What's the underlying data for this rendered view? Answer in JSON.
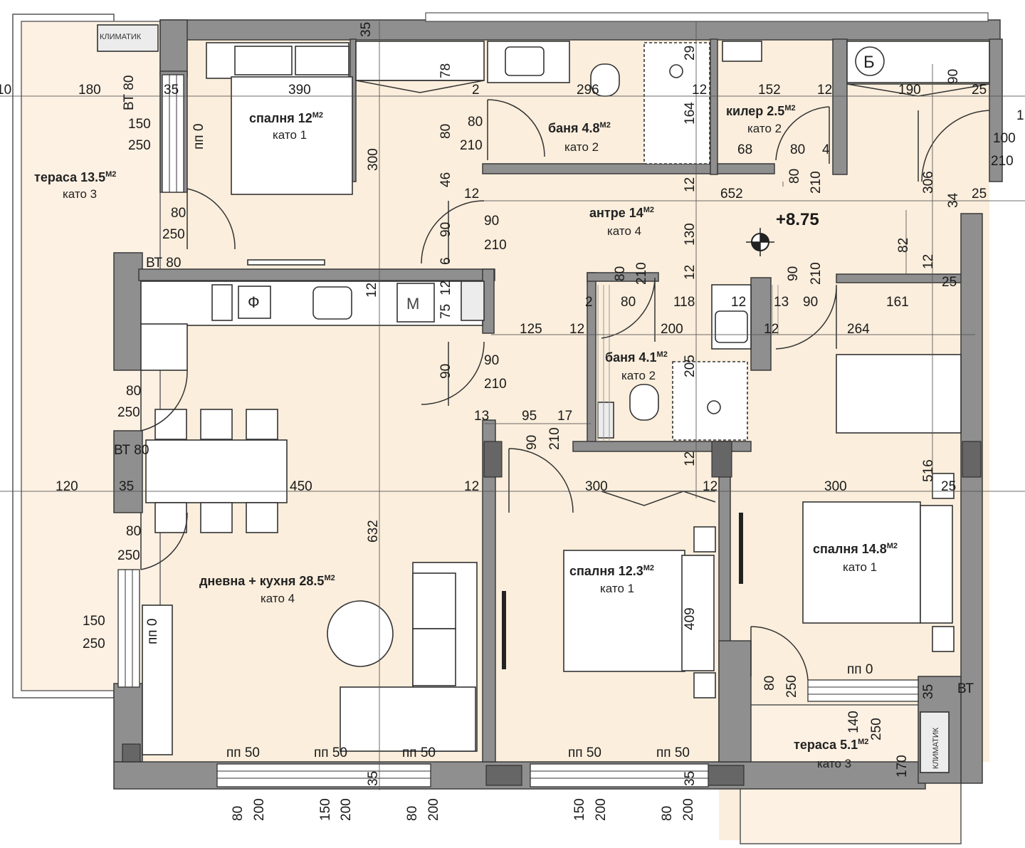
{
  "rooms": {
    "terrace_left": {
      "name": "тераса 13.5",
      "sup": "М2",
      "type": "като 3"
    },
    "bedroom_top": {
      "name": "спалня 12",
      "sup": "М2",
      "type": "като 1"
    },
    "bath_top": {
      "name": "баня 4.8",
      "sup": "М2",
      "type": "като 2"
    },
    "pantry": {
      "name": "килер 2.5",
      "sup": "М2",
      "type": "като 2"
    },
    "hall": {
      "name": "антре 14",
      "sup": "М2",
      "type": "като 4"
    },
    "bath_mid": {
      "name": "баня 4.1",
      "sup": "М2",
      "type": "като 2"
    },
    "living": {
      "name": "дневна + кухня 28.5",
      "sup": "М2",
      "type": "като 4"
    },
    "bedroom_mid": {
      "name": "спалня 12.3",
      "sup": "М2",
      "type": "като 1"
    },
    "bedroom_right": {
      "name": "спалня 14.8",
      "sup": "М2",
      "type": "като 1"
    },
    "terrace_right": {
      "name": "тераса 5.1",
      "sup": "М2",
      "type": "като 3"
    }
  },
  "level": "+8.75",
  "labels": {
    "klimatik": "КЛИМАТИК",
    "boiler": "Б",
    "fridge": "Ф",
    "micro": "М"
  },
  "dims": {
    "d001": "10",
    "d002": "180",
    "d003": "35",
    "d004": "390",
    "d005": "35",
    "d006": "78",
    "d007": "2",
    "d008": "296",
    "d009": "29",
    "d010": "12",
    "d011": "152",
    "d012": "12",
    "d013": "190",
    "d014": "90",
    "d015": "25",
    "d016": "ВТ 80",
    "d017": "150",
    "d018": "250",
    "d019": "пп 0",
    "d020": "300",
    "d021": "80",
    "d022": "80",
    "d023": "210",
    "d024": "164",
    "d025": "68",
    "d026": "80",
    "d027": "4",
    "d028": "100",
    "d029": "210",
    "d030": "80",
    "d031": "210",
    "d032": "46",
    "d033": "12",
    "d034": "12",
    "d035": "652",
    "d036": "306",
    "d037": "34",
    "d038": "25",
    "d039": "80",
    "d040": "250",
    "d041": "90",
    "d042": "90",
    "d043": "210",
    "d044": "130",
    "d045": "82",
    "d046": "ВТ 80",
    "d047": "6",
    "d048": "80",
    "d049": "210",
    "d050": "12",
    "d051": "90",
    "d052": "210",
    "d053": "12",
    "d054": "25",
    "d055": "12",
    "d056": "2",
    "d057": "80",
    "d058": "118",
    "d059": "12",
    "d060": "13",
    "d061": "90",
    "d062": "161",
    "d063": "75",
    "d064": "12",
    "d065": "125",
    "d066": "12",
    "d067": "200",
    "d068": "12",
    "d069": "264",
    "d070": "90",
    "d071": "90",
    "d072": "210",
    "d073": "205",
    "d074": "80",
    "d075": "250",
    "d076": "13",
    "d077": "95",
    "d078": "17",
    "d079": "90",
    "d080": "210",
    "d081": "ВТ 80",
    "d082": "12",
    "d083": "516",
    "d084": "120",
    "d085": "35",
    "d086": "450",
    "d087": "12",
    "d088": "300",
    "d089": "12",
    "d090": "300",
    "d091": "25",
    "d092": "632",
    "d093": "80",
    "d094": "250",
    "d095": "409",
    "d096": "150",
    "d097": "250",
    "d098": "пп 0",
    "d099": "пп 0",
    "d100": "80",
    "d101": "250",
    "d102": "35",
    "d103": "ВТ",
    "d104": "140",
    "d105": "250",
    "d106": "пп 50",
    "d107": "пп 50",
    "d108": "пп 50",
    "d109": "пп 50",
    "d110": "пп 50",
    "d111": "35",
    "d112": "35",
    "d113": "170",
    "d114": "80",
    "d115": "200",
    "d116": "150",
    "d117": "200",
    "d118": "80",
    "d119": "200",
    "d120": "150",
    "d121": "200",
    "d122": "80",
    "d123": "200",
    "d124": "1"
  }
}
